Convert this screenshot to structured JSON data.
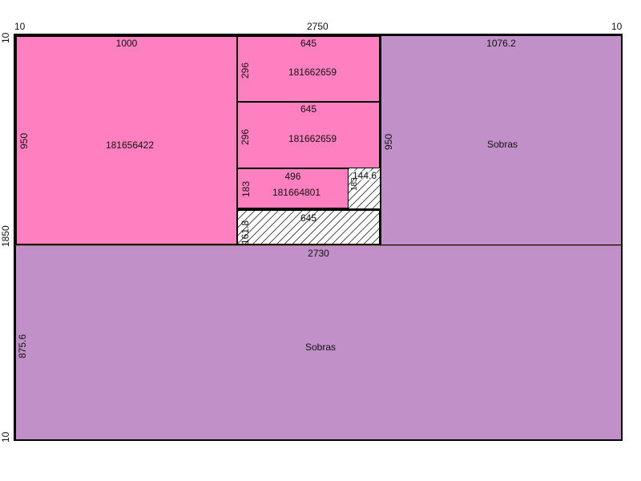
{
  "sheet": {
    "width_label": "2750",
    "height_label": "1850",
    "trim_left_label": "10",
    "trim_right_label": "10",
    "trim_top_label": "10",
    "trim_bottom_label": "10"
  },
  "pieces": [
    {
      "id": "181656422",
      "width": "1000",
      "height": "950"
    },
    {
      "id": "181662659",
      "width": "645",
      "height": "296"
    },
    {
      "id": "181662659",
      "width": "645",
      "height": "296"
    },
    {
      "id": "181664801",
      "width": "496",
      "height": "183"
    }
  ],
  "scraps": [
    {
      "width": "144.6",
      "height": "183"
    },
    {
      "width": "645",
      "height": "161.8"
    }
  ],
  "leftovers": [
    {
      "label": "Sobras",
      "width": "1076.2",
      "height": "950"
    },
    {
      "label": "Sobras",
      "width": "2730",
      "height": "875.6"
    }
  ],
  "colors": {
    "piece": "#ff80c0",
    "leftover": "#c290c8",
    "border": "#000000"
  }
}
